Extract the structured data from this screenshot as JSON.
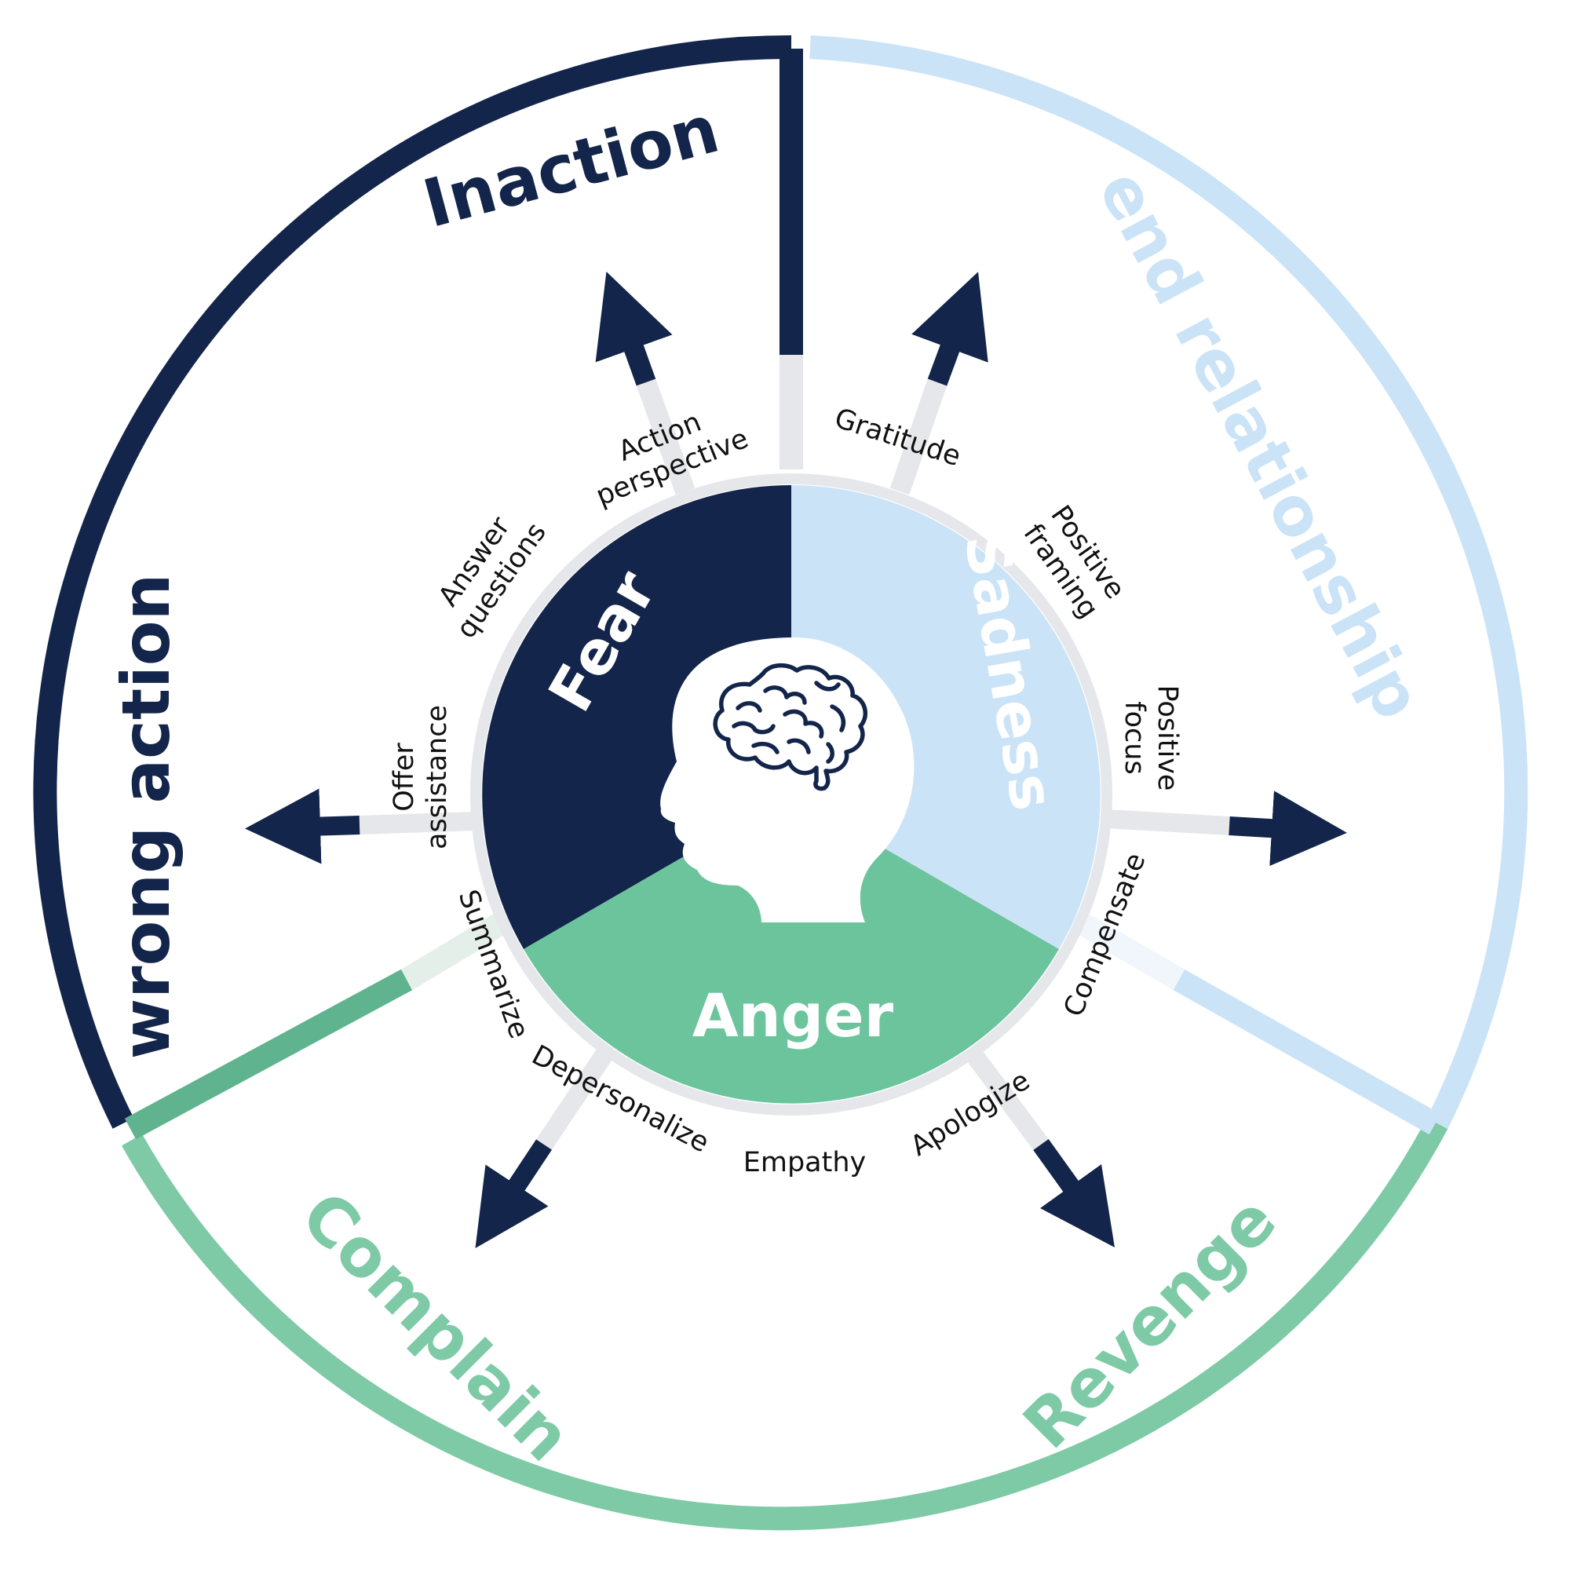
{
  "colors": {
    "fear": "#13254a",
    "sadness": "#cbe3f7",
    "anger": "#6bc49c",
    "anger_ring": "#7ecaa6",
    "grey_band": "#e6e7eb",
    "arrow": "#13254a",
    "tech_text": "#111111"
  },
  "emotions": {
    "fear": "Fear",
    "sadness": "Sadness",
    "anger": "Anger"
  },
  "outcomes": {
    "inaction": "Inaction",
    "end_relationship": "end relationship",
    "wrong_action": "wrong action",
    "complain": "Complain",
    "revenge": "Revenge"
  },
  "techniques": {
    "action_line1": "Action",
    "action_line2": "perspective",
    "answer_line1": "Answer",
    "answer_line2": "questions",
    "offer_line1": "Offer",
    "offer_line2": "assistance",
    "summarize": "Summarize",
    "depersonalize": "Depersonalize",
    "empathy": "Empathy",
    "apologize": "Apologize",
    "compensate": "Compensate",
    "gratitude": "Gratitude",
    "positive_framing_line1": "Positive",
    "positive_framing_line2": "framing",
    "positive_focus_line1": "Positive",
    "positive_focus_line2": "focus"
  },
  "icons": {
    "center": "head-with-brain-icon"
  }
}
